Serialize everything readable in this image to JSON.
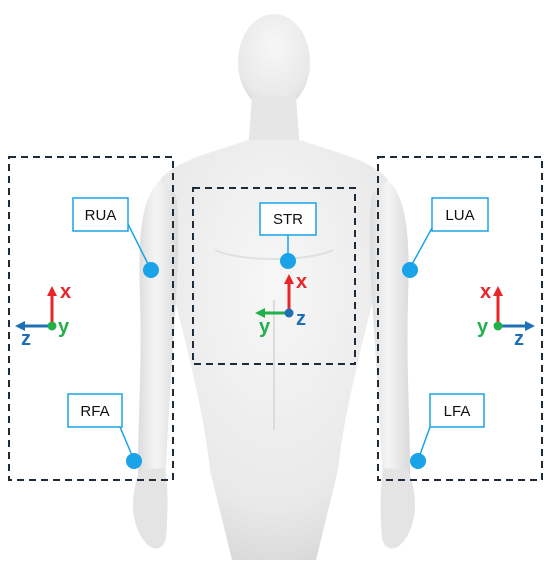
{
  "sensors": [
    {
      "label": "RUA"
    },
    {
      "label": "STR"
    },
    {
      "label": "LUA"
    },
    {
      "label": "RFA"
    },
    {
      "label": "LFA"
    }
  ],
  "axes": {
    "x": {
      "label": "x",
      "color": "#e8262a"
    },
    "y": {
      "label": "y",
      "color": "#22b04b"
    },
    "z": {
      "label": "z",
      "color": "#1f6fb5"
    }
  },
  "colors": {
    "sensor_dot": "#1aa3e8",
    "callout_border": "#1aa3e8",
    "frame_dash": "#1d2b3a",
    "mannequin": "#ececec"
  }
}
